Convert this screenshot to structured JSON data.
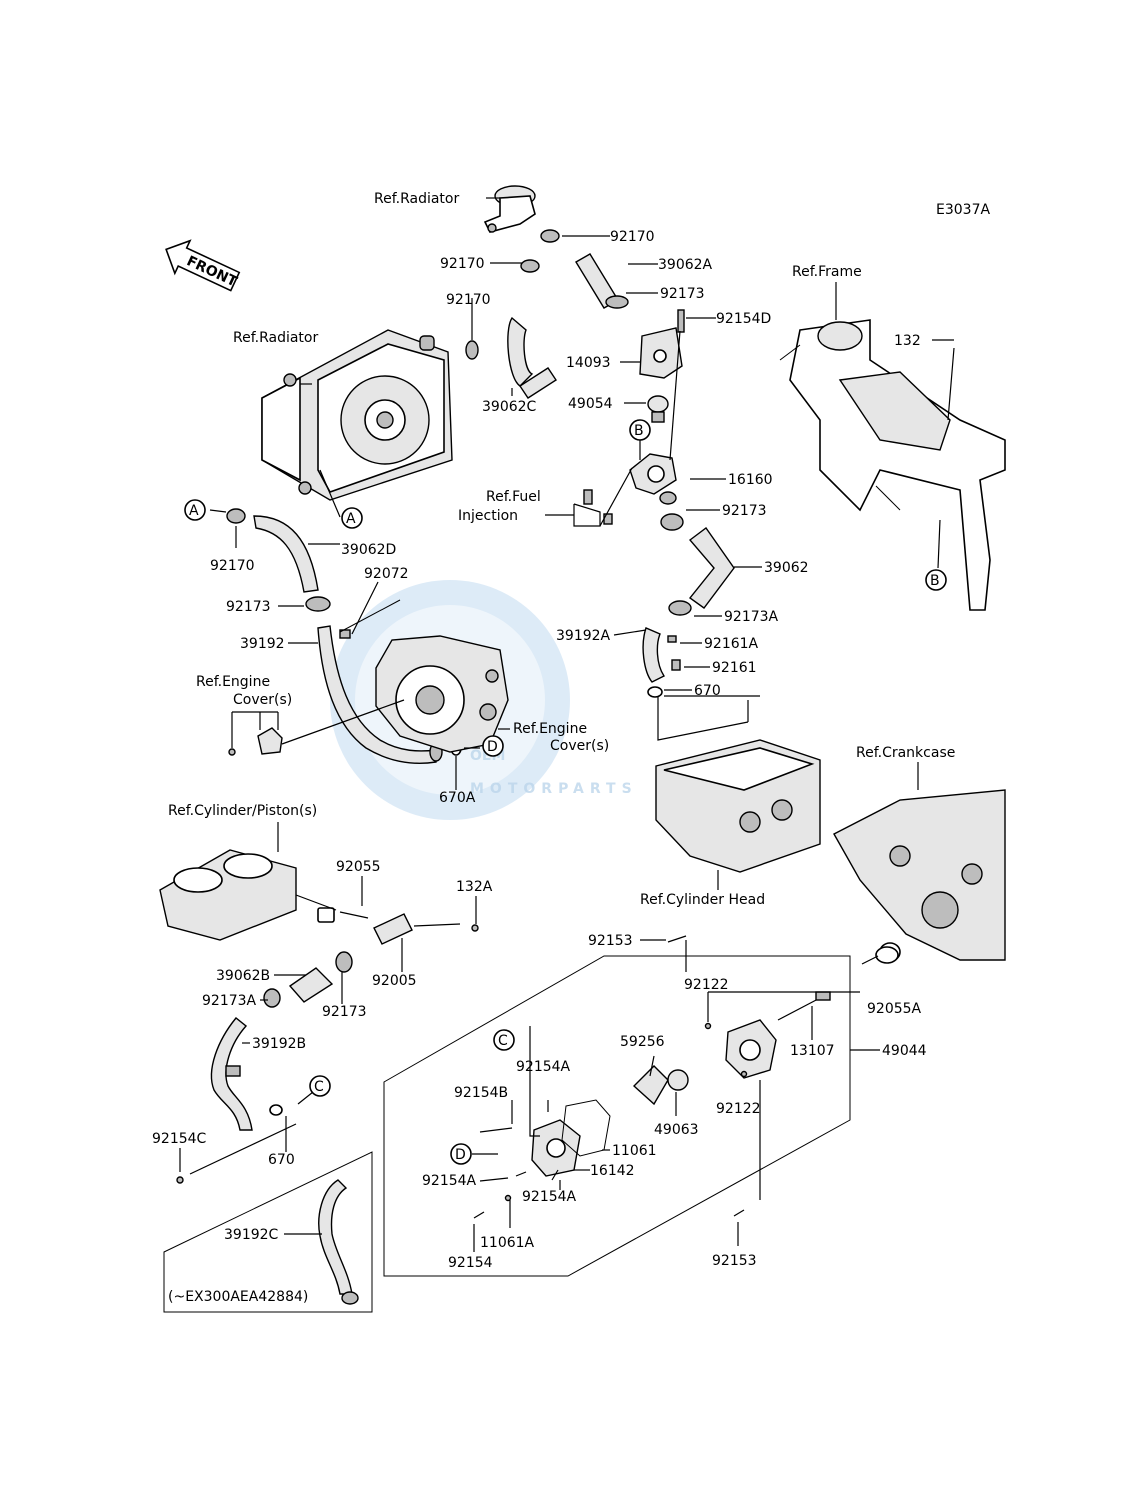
{
  "diagram_code": "E3037A",
  "front_label": "FRONT",
  "watermark": {
    "main": "OEM",
    "sub": "MOTORPARTS"
  },
  "refs": {
    "radiator_top": "Ref.Radiator",
    "radiator": "Ref.Radiator",
    "frame": "Ref.Frame",
    "fuel_injection_1": "Ref.Fuel",
    "fuel_injection_2": "Injection",
    "engine_cover_left_1": "Ref.Engine",
    "engine_cover_left_2": "Cover(s)",
    "engine_cover_mid_1": "Ref.Engine",
    "engine_cover_mid_2": "Cover(s)",
    "cylinder_piston": "Ref.Cylinder/Piston(s)",
    "crankcase": "Ref.Crankcase",
    "cylinder_head": "Ref.Cylinder Head"
  },
  "callouts": {
    "a1": "A",
    "a2": "A",
    "b1": "B",
    "b2": "B",
    "c1": "C",
    "c2": "C",
    "d1": "D",
    "d2": "D"
  },
  "note": "(~EX300AEA42884)",
  "parts": {
    "p92170_a": "92170",
    "p92170_b": "92170",
    "p92170_c": "92170",
    "p92170_d": "92170",
    "p39062A": "39062A",
    "p92173_a": "92173",
    "p92154D": "92154D",
    "p14093": "14093",
    "p39062C": "39062C",
    "p49054": "49054",
    "p16160": "16160",
    "p92173_b": "92173",
    "p39062D": "39062D",
    "p92072": "92072",
    "p39062": "39062",
    "p92173_c": "92173",
    "p92173A_a": "92173A",
    "p39192": "39192",
    "p39192A": "39192A",
    "p92161A": "92161A",
    "p92161": "92161",
    "p670_a": "670",
    "p670A": "670A",
    "p132": "132",
    "p92055": "92055",
    "p132A": "132A",
    "p92005": "92005",
    "p39062B": "39062B",
    "p92173A_b": "92173A",
    "p92173_d": "92173",
    "p39192B": "39192B",
    "p92154C": "92154C",
    "p670_b": "670",
    "p39192C": "39192C",
    "p92153_a": "92153",
    "p92122_a": "92122",
    "p92055A": "92055A",
    "p13107": "13107",
    "p49044": "49044",
    "p59256": "59256",
    "p92154A_a": "92154A",
    "p92154B": "92154B",
    "p49063": "49063",
    "p92122_b": "92122",
    "p11061": "11061",
    "p92154A_b": "92154A",
    "p16142": "16142",
    "p92154A_c": "92154A",
    "p11061A": "11061A",
    "p92154": "92154",
    "p92153_b": "92153"
  }
}
